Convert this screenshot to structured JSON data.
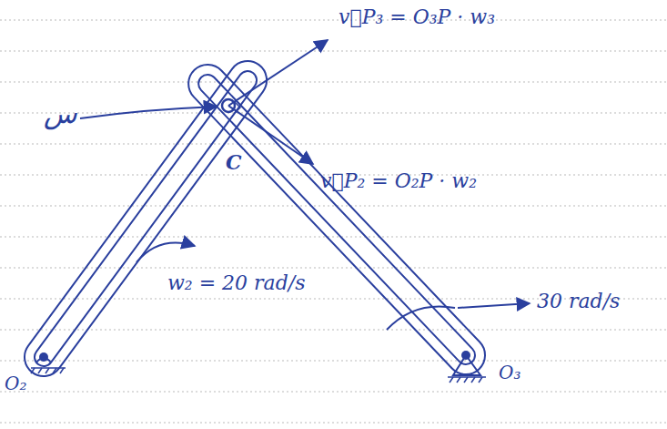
{
  "diagram": {
    "labels": [
      "v⃗P₃ = O₃P · w₃",
      "v⃗P₂ = O₂P · w₂",
      "C",
      "س",
      "w₂ = 20 rad/s",
      "30 rad/s",
      "O₂",
      "O₃"
    ]
  }
}
